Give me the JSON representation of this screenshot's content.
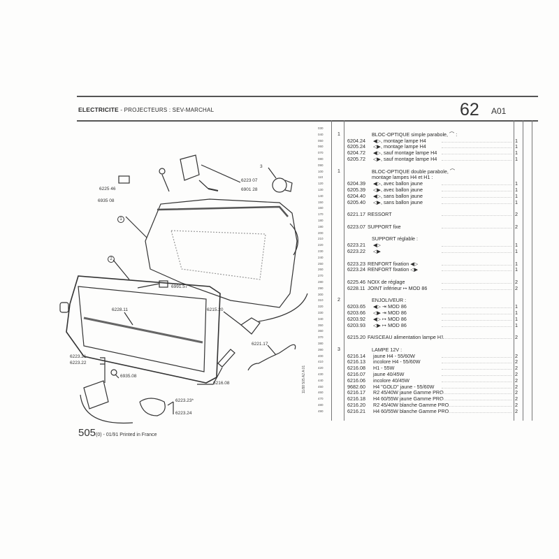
{
  "header": {
    "section": "ELECTRICITE",
    "subtitle": " - PROJECTEURS : SEV-MARCHAL",
    "page_number": "62",
    "page_code": "A01"
  },
  "footer": {
    "model": "505",
    "model_suffix": "(0)",
    "text": " - 01/91 Printed in France",
    "vertical_code": "11/88 505 A2 A 01"
  },
  "diagram_labels": {
    "l622546": "6225 46",
    "l693508a": "6935 08",
    "l622307": "6223 07",
    "l690128": "6901 28",
    "ref3": "3",
    "ref1": "1",
    "ref2": "2",
    "l699157": "6991.57",
    "l622811": "6228.11",
    "l621520": "6215.20",
    "l622117": "6221.17",
    "l622321": "6223.21",
    "l622322": "6223.22",
    "l693508b": "6935.08",
    "l621608": "6216.08",
    "l622323": "6223.23*",
    "l622324": "6223.24"
  },
  "line_numbers": [
    "030",
    "040",
    "050",
    "060",
    "070",
    "080",
    "090",
    "100",
    "110",
    "120",
    "130",
    "140",
    "150",
    "160",
    "170",
    "180",
    "190",
    "200",
    "210",
    "220",
    "230",
    "240",
    "250",
    "260",
    "270",
    "280",
    "290",
    "300",
    "310",
    "320",
    "330",
    "340",
    "350",
    "360",
    "370",
    "380",
    "390",
    "400",
    "410",
    "420",
    "430",
    "440",
    "450",
    "460",
    "470",
    "480",
    "490"
  ],
  "rows": [
    {
      "line": "040",
      "ref": "1",
      "code": "",
      "text": "BLOC-OPTIQUE simple parabole, ⌒ :",
      "qty": "",
      "header": true
    },
    {
      "line": "050",
      "ref": "",
      "code": "6204.24",
      "text": "◀▷, montage lampe H4",
      "qty": "1"
    },
    {
      "line": "060",
      "ref": "",
      "code": "6205.24",
      "text": "◁▶, montage lampe H4",
      "qty": "1"
    },
    {
      "line": "070",
      "ref": "",
      "code": "6204.72",
      "text": "◀▷, sauf montage lampe H4",
      "qty": "1"
    },
    {
      "line": "080",
      "ref": "",
      "code": "6205.72",
      "text": "◁▶, sauf montage lampe H4",
      "qty": "1"
    },
    {
      "line": "100",
      "ref": "1",
      "code": "",
      "text": "BLOC-OPTIQUE double parabole, ⌒",
      "qty": "",
      "header": true
    },
    {
      "line": "110",
      "ref": "",
      "code": "",
      "text": "montage lampes H4 et H1 :",
      "qty": "",
      "header": true
    },
    {
      "line": "120",
      "ref": "",
      "code": "6204.39",
      "text": "◀▷, avec ballon jaune",
      "qty": "1"
    },
    {
      "line": "130",
      "ref": "",
      "code": "6205.39",
      "text": "◁▶, avec ballon jaune",
      "qty": "1"
    },
    {
      "line": "140",
      "ref": "",
      "code": "6204.40",
      "text": "◀▷, sans ballon jaune",
      "qty": "1"
    },
    {
      "line": "150",
      "ref": "",
      "code": "6205.40",
      "text": "◁▶, sans ballon jaune",
      "qty": "1"
    },
    {
      "line": "170",
      "ref": "",
      "code": "6221.17",
      "text": "RESSORT",
      "qty": "2",
      "full": true
    },
    {
      "line": "190",
      "ref": "",
      "code": "6223.07",
      "text": "SUPPORT fixe",
      "qty": "2",
      "full": true
    },
    {
      "line": "210",
      "ref": "",
      "code": "",
      "text": "SUPPORT réglable :",
      "qty": "",
      "header": true
    },
    {
      "line": "220",
      "ref": "",
      "code": "6223.21",
      "text": "◀▷",
      "qty": "1"
    },
    {
      "line": "230",
      "ref": "",
      "code": "6223.22",
      "text": "◁▶",
      "qty": "1"
    },
    {
      "line": "250",
      "ref": "",
      "code": "6223.23",
      "text": "RENFORT fixation ◀▷",
      "qty": "1",
      "full": true
    },
    {
      "line": "260",
      "ref": "",
      "code": "6223.24",
      "text": "RENFORT fixation ◁▶",
      "qty": "1",
      "full": true
    },
    {
      "line": "280",
      "ref": "",
      "code": "6225.46",
      "text": "NOIX de réglage",
      "qty": "2",
      "full": true
    },
    {
      "line": "290",
      "ref": "",
      "code": "6228.11",
      "text": "JOINT inférieur ↦ MOD 86",
      "qty": "2",
      "full": true
    },
    {
      "line": "310",
      "ref": "2",
      "code": "",
      "text": "ENJOLIVEUR :",
      "qty": "",
      "header": true
    },
    {
      "line": "320",
      "ref": "",
      "code": "6203.65",
      "text": "◀▷ ⇥ MOD 86",
      "qty": "1"
    },
    {
      "line": "330",
      "ref": "",
      "code": "6203.66",
      "text": "◁▶ ⇥ MOD 86",
      "qty": "1"
    },
    {
      "line": "340",
      "ref": "",
      "code": "6203.92",
      "text": "◀▷ ↦ MOD 86",
      "qty": "1"
    },
    {
      "line": "350",
      "ref": "",
      "code": "6203.93",
      "text": "◁▶ ↦ MOD 86",
      "qty": "1"
    },
    {
      "line": "370",
      "ref": "",
      "code": "6215.20",
      "text": "FAISCEAU alimentation lampe H1",
      "qty": "2",
      "full": true
    },
    {
      "line": "390",
      "ref": "3",
      "code": "",
      "text": "LAMPE 12V :",
      "qty": "",
      "header": true
    },
    {
      "line": "400",
      "ref": "",
      "code": "6216.14",
      "text": "jaune H4 - 55/60W",
      "qty": "2"
    },
    {
      "line": "410",
      "ref": "",
      "code": "6216.13",
      "text": "incolore H4 - 55/60W",
      "qty": "2"
    },
    {
      "line": "420",
      "ref": "",
      "code": "6216.08",
      "text": "H1 - 55W",
      "qty": "2"
    },
    {
      "line": "430",
      "ref": "",
      "code": "6216.07",
      "text": "jaune 40/45W",
      "qty": "2"
    },
    {
      "line": "440",
      "ref": "",
      "code": "6216.06",
      "text": "incolore 40/45W",
      "qty": "2"
    },
    {
      "line": "450",
      "ref": "",
      "code": "9682.60",
      "text": "H4 \"GOLD\" jaune - 55/60W",
      "qty": "2"
    },
    {
      "line": "460",
      "ref": "",
      "code": "6216.17",
      "text": "R2 45/40W jaune Gamme PRO",
      "qty": "2"
    },
    {
      "line": "470",
      "ref": "",
      "code": "6216.18",
      "text": "H4 60/55W jaune Gamme PRO",
      "qty": "2"
    },
    {
      "line": "480",
      "ref": "",
      "code": "6216.20",
      "text": "R2 45/40W blanche Gamme PRO",
      "qty": "2"
    },
    {
      "line": "490",
      "ref": "",
      "code": "6216.21",
      "text": "H4 60/55W blanche Gamme PRO",
      "qty": "2"
    }
  ]
}
